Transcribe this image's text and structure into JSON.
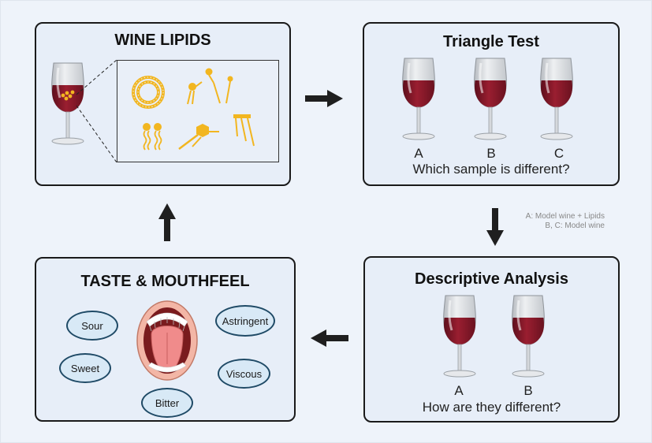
{
  "wine_lipids": {
    "title": "WINE LIPIDS"
  },
  "triangle_test": {
    "title": "Triangle Test",
    "labels": [
      "A",
      "B",
      "C"
    ],
    "question": "Which sample is different?"
  },
  "note": {
    "line1": "A: Model wine + Lipids",
    "line2": "B, C: Model wine"
  },
  "descriptive_analysis": {
    "title": "Descriptive Analysis",
    "labels": [
      "A",
      "B"
    ],
    "question": "How are they different?"
  },
  "taste_mouthfeel": {
    "title": "TASTE & MOUTHFEEL",
    "descriptors": [
      "Sour",
      "Sweet",
      "Bitter",
      "Astringent",
      "Viscous"
    ]
  },
  "colors": {
    "wine": "#8b1a2b",
    "lipid": "#f2b620",
    "panel": "#e7eef8",
    "ellipse_fill": "#d8e9f6",
    "ellipse_border": "#1f4a66"
  },
  "icons": {
    "glass": "wine-glass-icon",
    "arrow": "flow-arrow-icon",
    "mouth": "open-mouth-icon"
  }
}
